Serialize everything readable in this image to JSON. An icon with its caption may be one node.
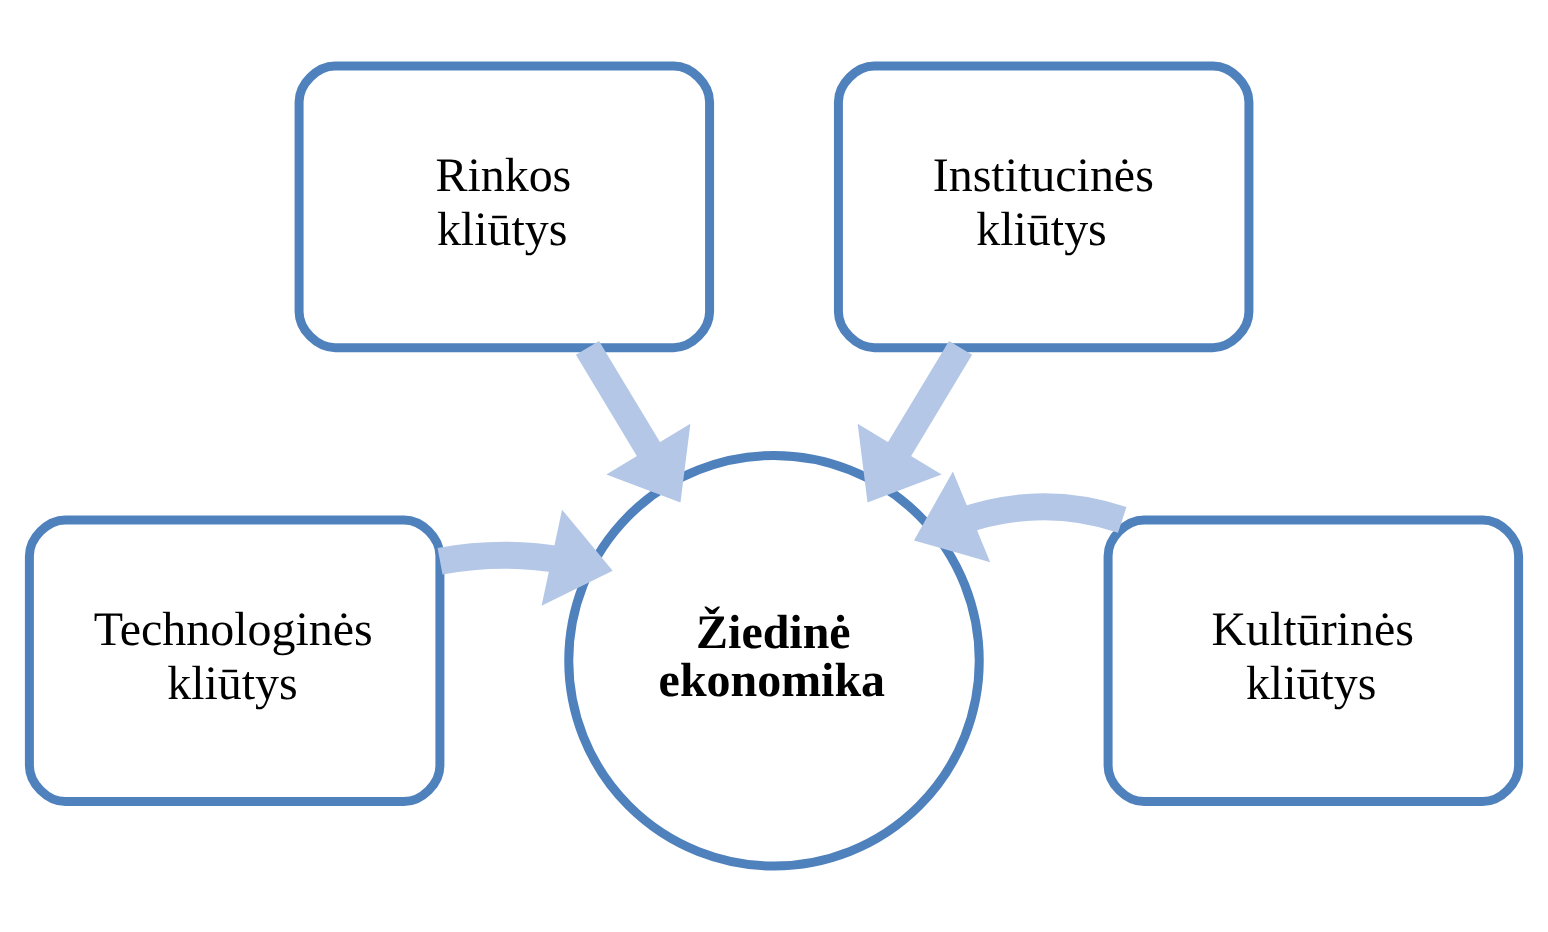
{
  "diagram": {
    "nodes": [
      {
        "text": [
          "Rinkos kliūtys"
        ]
      },
      {
        "text": [
          "Institucinės kliūtys"
        ]
      },
      {
        "text": [
          "Technologinės kliūtys"
        ]
      },
      {
        "text": [
          "Kultūrinės kliūtys"
        ]
      },
      {
        "text": [
          "Žiedinė ekonomika"
        ]
      }
    ],
    "edges": [
      {
        "from": 0,
        "to": 4,
        "arrow": "to"
      },
      {
        "from": 1,
        "to": 4,
        "arrow": "to"
      },
      {
        "from": 2,
        "to": 4,
        "arrow": "to"
      },
      {
        "from": 3,
        "to": 4,
        "arrow": "to"
      }
    ]
  }
}
